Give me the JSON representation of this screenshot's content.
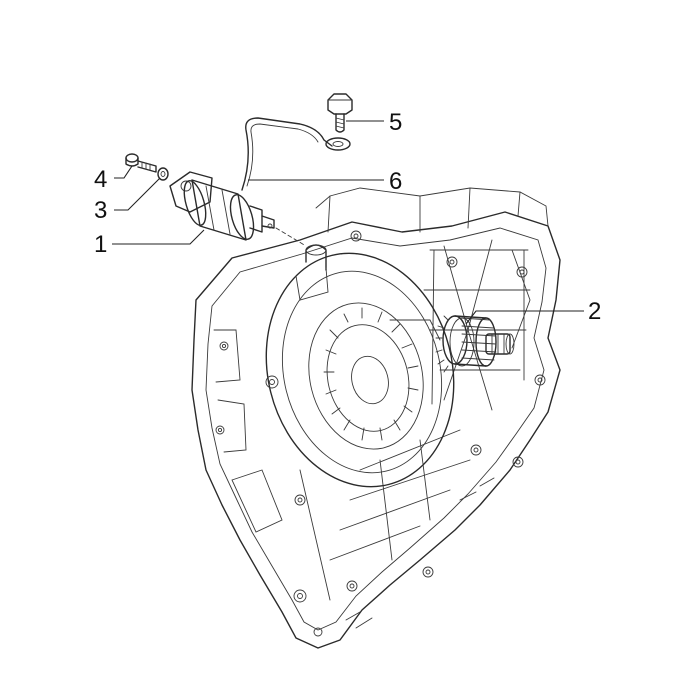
{
  "diagram": {
    "callouts": [
      {
        "id": "starter-motor",
        "label": "1"
      },
      {
        "id": "starter-gear",
        "label": "2"
      },
      {
        "id": "washer",
        "label": "3"
      },
      {
        "id": "screw-small",
        "label": "4"
      },
      {
        "id": "bolt",
        "label": "5"
      },
      {
        "id": "ground-cable",
        "label": "6"
      }
    ]
  }
}
